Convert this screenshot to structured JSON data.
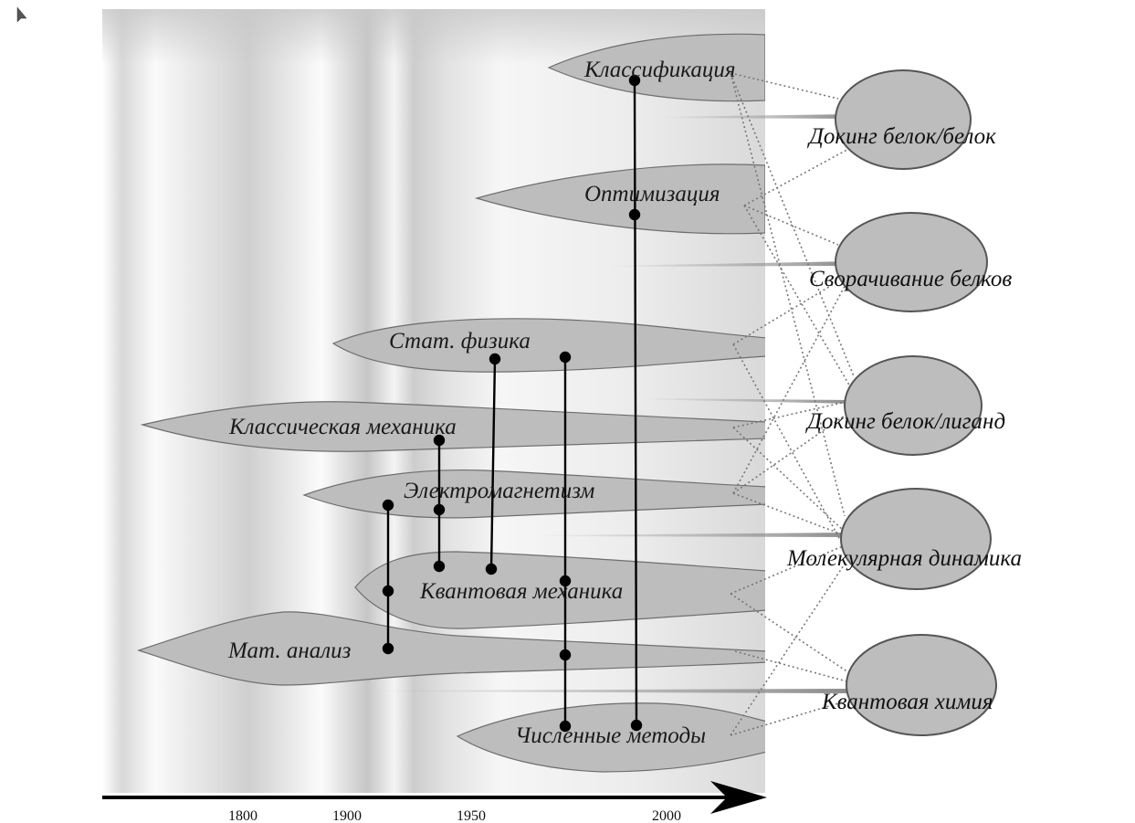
{
  "colors": {
    "blob_fill": "#bdbdbd",
    "blob_stroke": "#6e6e6e",
    "connector": "#000000",
    "dotted_link": "#777777",
    "axis": "#000000"
  },
  "timeline": {
    "ticks": [
      "1800",
      "1900",
      "1950",
      "2000"
    ]
  },
  "fields": [
    {
      "id": "classification",
      "label": "Классификация"
    },
    {
      "id": "optimization",
      "label": "Оптимизация"
    },
    {
      "id": "statphys",
      "label": "Стат. физика"
    },
    {
      "id": "classical",
      "label": "Классическая механика"
    },
    {
      "id": "em",
      "label": "Электромагнетизм"
    },
    {
      "id": "quantum",
      "label": "Квантовая механика"
    },
    {
      "id": "calculus",
      "label": "Мат. анализ"
    },
    {
      "id": "numerical",
      "label": "Численные методы"
    }
  ],
  "applications": [
    {
      "id": "pp_docking",
      "label": "Докинг белок/белок"
    },
    {
      "id": "folding",
      "label": "Сворачивание белков"
    },
    {
      "id": "pl_docking",
      "label": "Докинг белок/лиганд"
    },
    {
      "id": "md",
      "label": "Молекулярная динамика"
    },
    {
      "id": "qchem",
      "label": "Квантовая химия"
    }
  ]
}
